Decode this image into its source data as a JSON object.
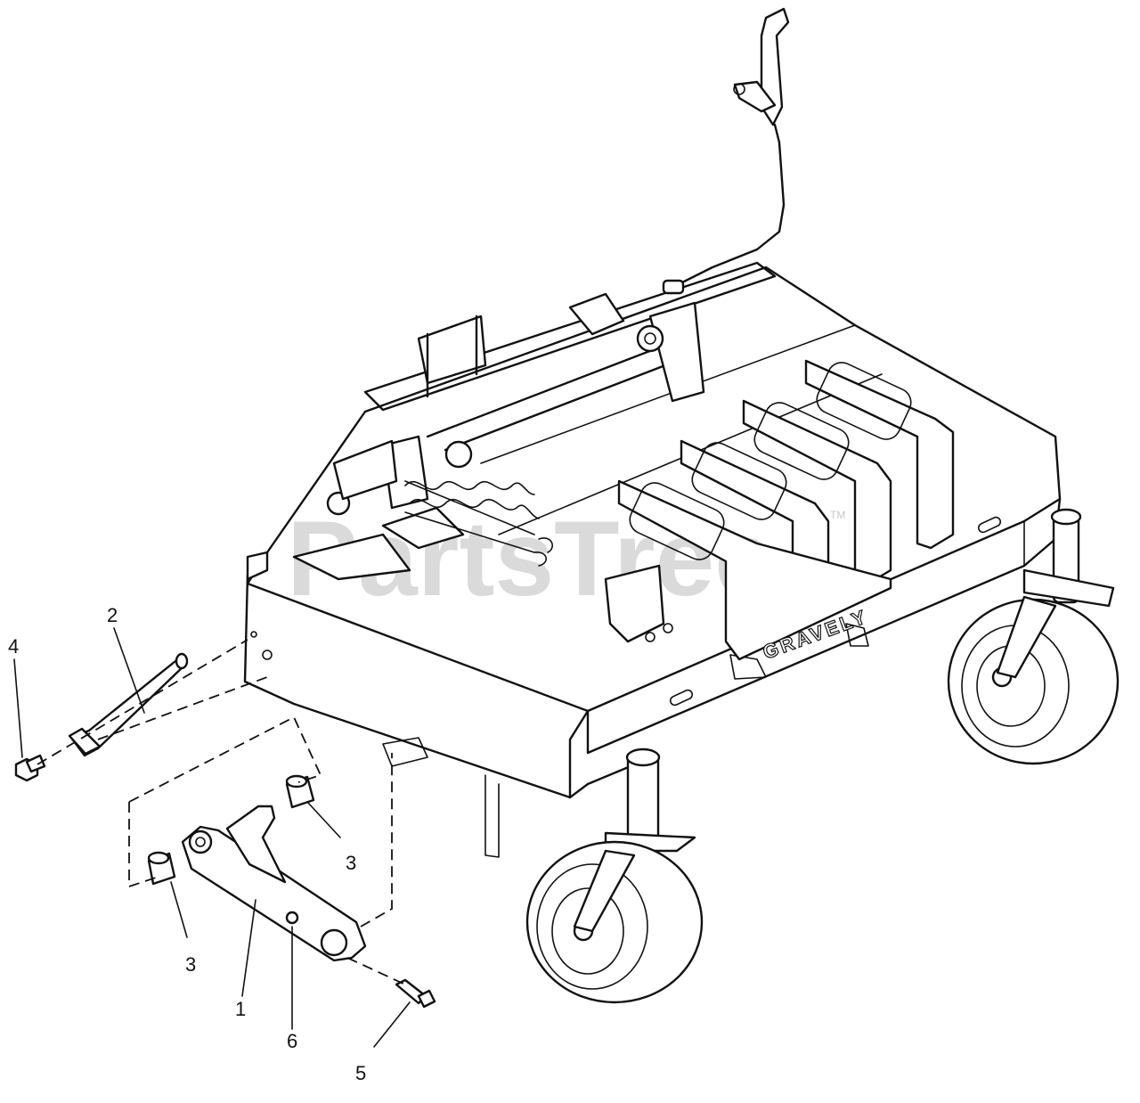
{
  "watermark": {
    "text": "PartsTree",
    "trademark": "TM"
  },
  "brand_label": "GRAVELY",
  "callouts": [
    {
      "id": "1",
      "text": "1"
    },
    {
      "id": "2",
      "text": "2"
    },
    {
      "id": "3a",
      "text": "3"
    },
    {
      "id": "3b",
      "text": "3"
    },
    {
      "id": "4",
      "text": "4"
    },
    {
      "id": "5",
      "text": "5"
    },
    {
      "id": "6",
      "text": "6"
    }
  ]
}
